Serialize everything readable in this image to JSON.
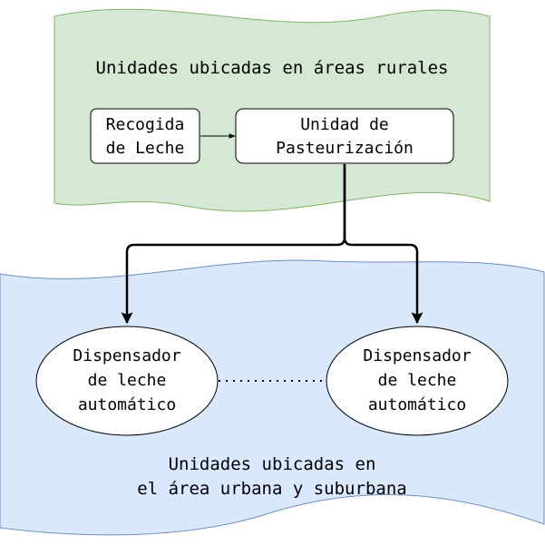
{
  "diagram": {
    "regions": {
      "rural": {
        "label": "Unidades ubicadas en áreas rurales",
        "fill": "#d5e8d4",
        "stroke": "#82b366"
      },
      "urban": {
        "label_line1": "Unidades ubicadas en",
        "label_line2": "el área urbana y suburbana",
        "fill": "#dae8fc",
        "stroke": "#6c8ebf"
      }
    },
    "nodes": {
      "milk_collection": {
        "line1": "Recogida",
        "line2": "de Leche"
      },
      "pasteurization": {
        "line1": "Unidad de",
        "line2": "Pasteurización"
      },
      "dispenser_left": {
        "line1": "Dispensador",
        "line2": "de leche",
        "line3": "automático"
      },
      "dispenser_right": {
        "line1": "Dispensador",
        "line2": "de leche",
        "line3": "automático"
      }
    },
    "edges": [
      {
        "from": "milk_collection",
        "to": "pasteurization",
        "style": "arrow"
      },
      {
        "from": "pasteurization",
        "to": "dispenser_left",
        "style": "bold-arrow"
      },
      {
        "from": "pasteurization",
        "to": "dispenser_right",
        "style": "bold-arrow"
      },
      {
        "from": "dispenser_left",
        "to": "dispenser_right",
        "style": "dotted"
      }
    ],
    "colors": {
      "node_fill": "#ffffff",
      "node_stroke": "#000000",
      "edge": "#000000"
    }
  }
}
